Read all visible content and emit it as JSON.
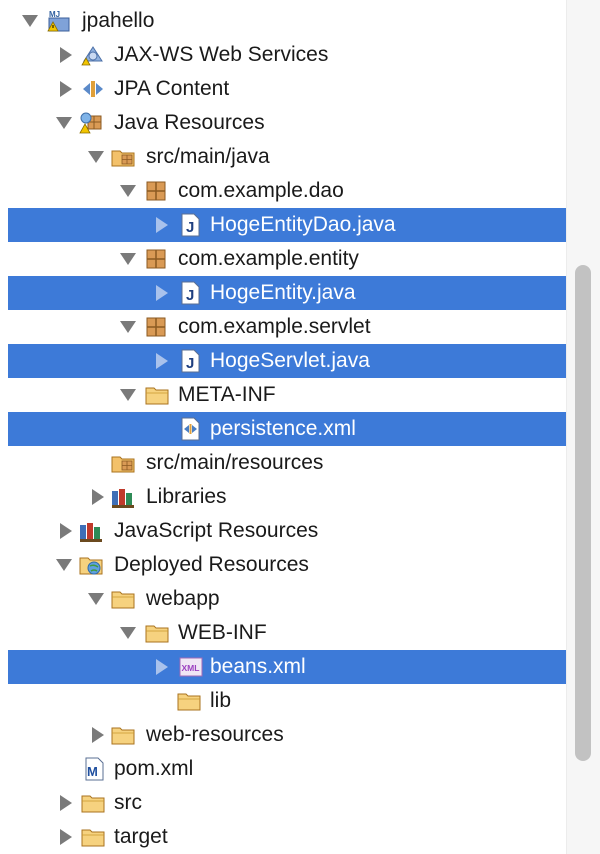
{
  "tree": {
    "project": "jpahello",
    "jaxws": "JAX-WS Web Services",
    "jpa": "JPA Content",
    "java_resources": "Java Resources",
    "src_main_java": "src/main/java",
    "pkg_dao": "com.example.dao",
    "file_dao": "HogeEntityDao.java",
    "pkg_entity": "com.example.entity",
    "file_entity": "HogeEntity.java",
    "pkg_servlet": "com.example.servlet",
    "file_servlet": "HogeServlet.java",
    "meta_inf": "META-INF",
    "file_persistence": "persistence.xml",
    "src_main_resources": "src/main/resources",
    "libraries": "Libraries",
    "js_resources": "JavaScript Resources",
    "deployed": "Deployed Resources",
    "webapp": "webapp",
    "web_inf": "WEB-INF",
    "file_beans": "beans.xml",
    "lib": "lib",
    "web_resources": "web-resources",
    "pom": "pom.xml",
    "src": "src",
    "target": "target"
  },
  "colors": {
    "selection": "#3d7ad8",
    "folder": "#f3c16a",
    "package": "#b8763a"
  },
  "icons": [
    "maven-project-icon",
    "webservice-icon",
    "jpa-icon",
    "java-resources-icon",
    "source-folder-icon",
    "package-icon",
    "java-file-icon",
    "folder-icon",
    "xml-file-icon",
    "library-icon",
    "js-resources-icon",
    "deployed-resources-icon",
    "maven-pom-icon"
  ]
}
